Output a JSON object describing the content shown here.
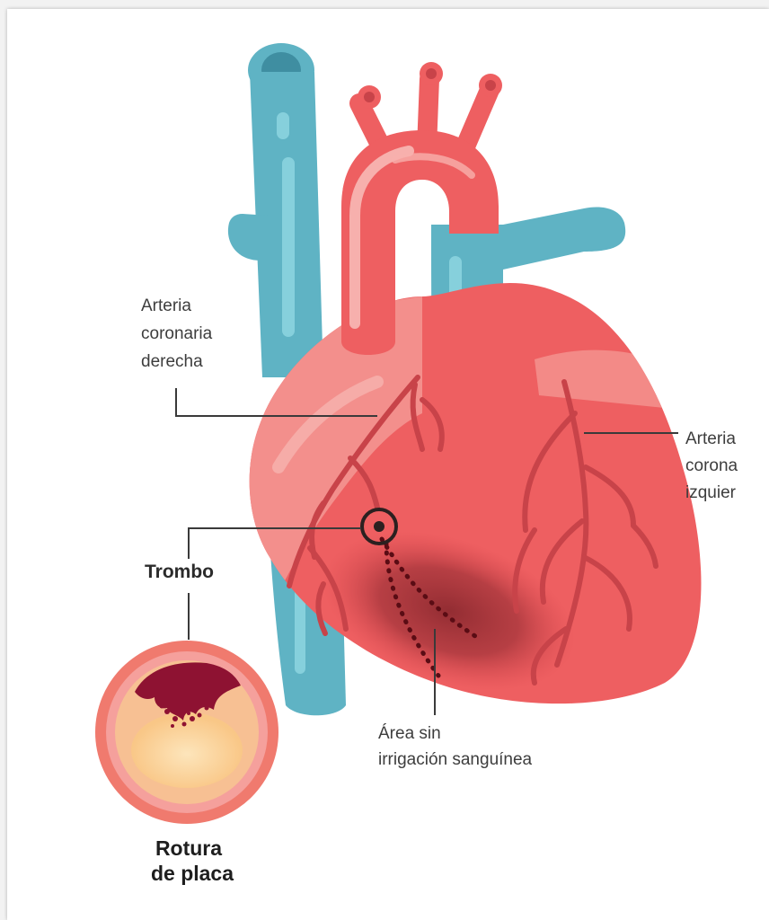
{
  "labels": {
    "right_coronary": [
      "Arteria",
      "coronaria",
      "derecha"
    ],
    "left_coronary": [
      "Arteria",
      "corona",
      "izquier"
    ],
    "thrombus": "Trombo",
    "ischemic_area": [
      "Área sin",
      "irrigación sanguínea"
    ],
    "plaque_rupture": [
      "Rotura",
      "de placa"
    ]
  },
  "colors": {
    "vein_blue": "#5fb3c4",
    "vein_highlight": "#86d0dc",
    "heart_red": "#ee5f61",
    "heart_light": "#f39a98",
    "artery_dark": "#c84349",
    "ischemia": "#8e2a30",
    "clot": "#8e1232",
    "plaque": "#fbd39a"
  }
}
